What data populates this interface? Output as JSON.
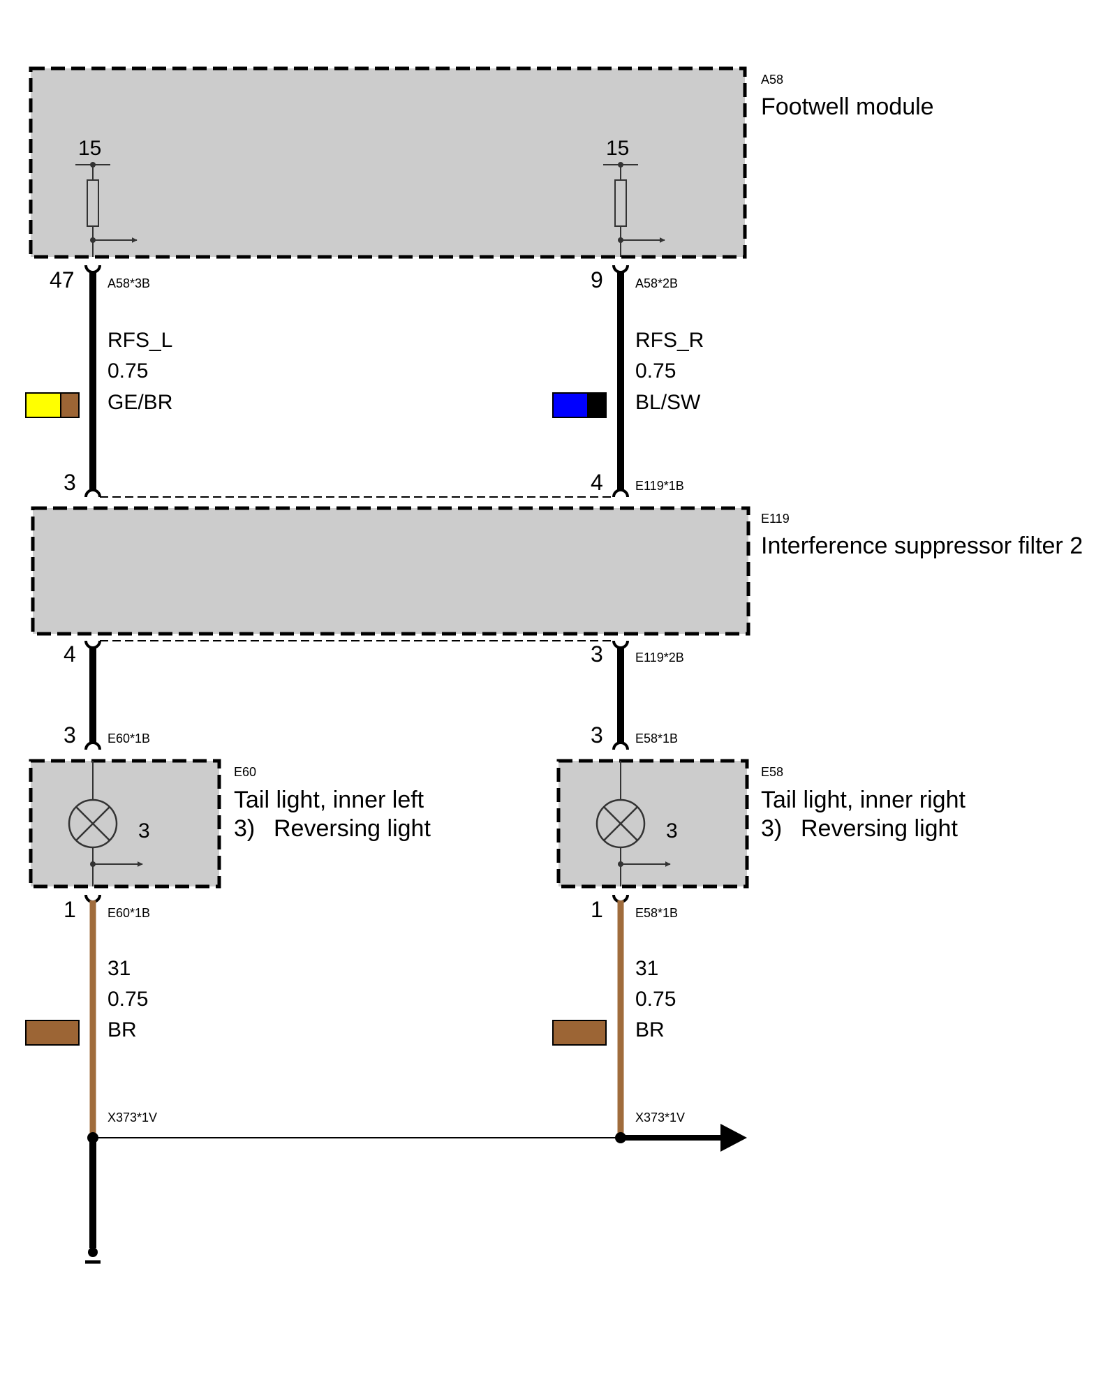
{
  "colors": {
    "module_fill": "#cccccc",
    "wire_black": "#000000",
    "wire_brown": "#a06c3c",
    "yellow": "#ffff00",
    "brown": "#9c6535",
    "blue": "#0000ff",
    "black": "#000000"
  },
  "a58": {
    "code": "A58",
    "name": "Footwell module",
    "left_terminal": "15",
    "right_terminal": "15",
    "left_pin": "47",
    "right_pin": "9",
    "left_connector": "A58*3B",
    "right_connector": "A58*2B"
  },
  "wire_left": {
    "signal": "RFS_L",
    "size": "0.75",
    "color": "GE/BR"
  },
  "wire_right": {
    "signal": "RFS_R",
    "size": "0.75",
    "color": "BL/SW"
  },
  "e119": {
    "code": "E119",
    "name": "Interference suppressor filter 2",
    "top_left_pin": "3",
    "top_right_pin": "4",
    "top_connector": "E119*1B",
    "bottom_left_pin": "4",
    "bottom_right_pin": "3",
    "bottom_connector": "E119*2B"
  },
  "e60": {
    "code": "E60",
    "name": "Tail light, inner left",
    "note_number": "3)",
    "note_text": "Reversing light",
    "lamp_pin": "3",
    "top_pin": "3",
    "top_connector": "E60*1B",
    "bottom_pin": "1",
    "bottom_connector": "E60*1B"
  },
  "e58": {
    "code": "E58",
    "name": "Tail light, inner right",
    "note_number": "3)",
    "note_text": "Reversing light",
    "lamp_pin": "3",
    "top_pin": "3",
    "top_connector": "E58*1B",
    "bottom_pin": "1",
    "bottom_connector": "E58*1B"
  },
  "ground_left": {
    "signal": "31",
    "size": "0.75",
    "color": "BR"
  },
  "ground_right": {
    "signal": "31",
    "size": "0.75",
    "color": "BR"
  },
  "splice": {
    "left_label": "X373*1V",
    "right_label": "X373*1V"
  }
}
